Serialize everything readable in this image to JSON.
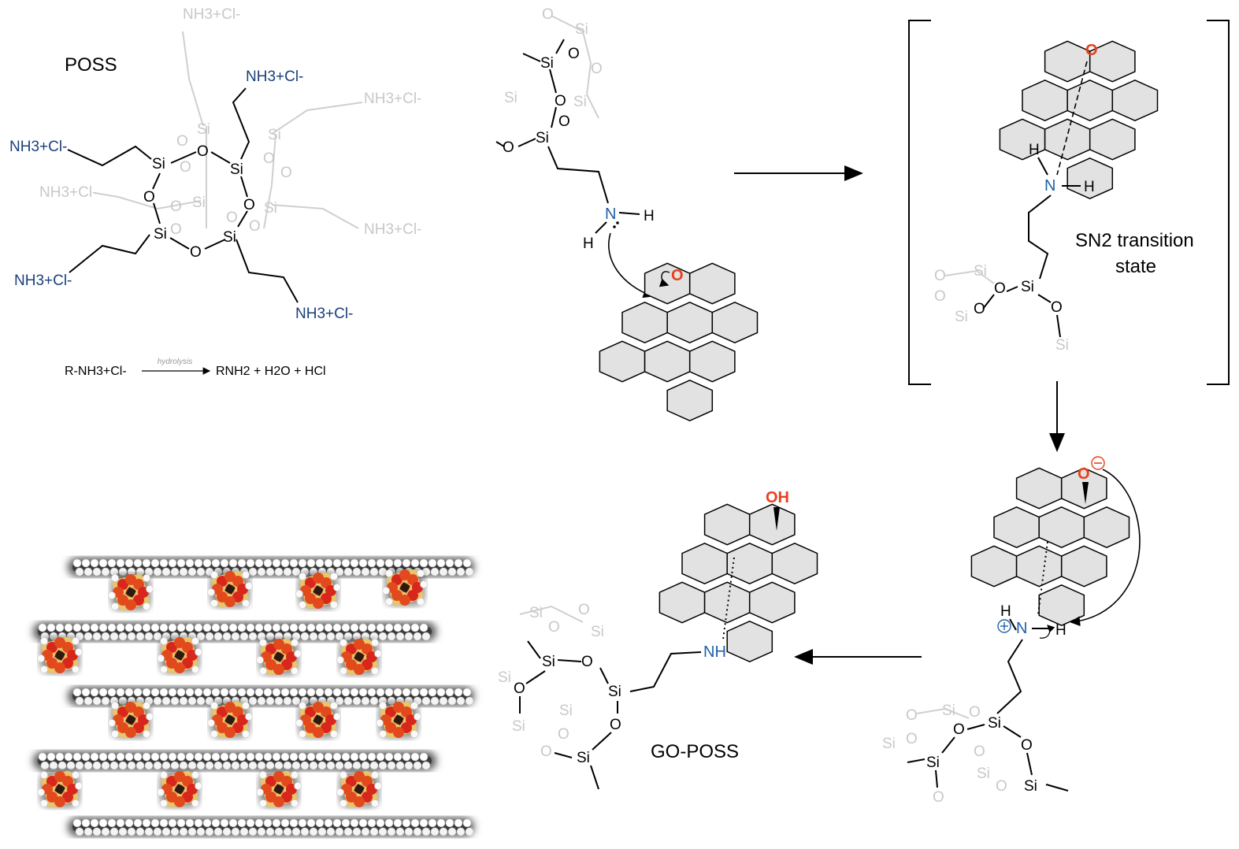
{
  "poss": {
    "title": "POSS",
    "ammonium": "NH3+Cl-",
    "si": "Si",
    "o": "O",
    "hydrolysis_reactant": "R-NH3+Cl-",
    "hydrolysis_label": "hydrolysis",
    "hydrolysis_product": "RNH2 + H2O + HCl"
  },
  "mechanism": {
    "transition_label_line1": "SN2 transition",
    "transition_label_line2": "state",
    "n": "N",
    "h": "H",
    "nh": "NH",
    "oh": "OH",
    "epoxide_o": "O",
    "product_label": "GO-POSS"
  },
  "colors": {
    "nitrogen": "#2060a8",
    "oxygen_red": "#e8401c",
    "graphene_fill": "#e2e2e2",
    "faded": "#c8c8c8"
  },
  "icons": [
    "graphene-sheet-icon",
    "poss-cage-icon",
    "layered-go-poss-structure-icon"
  ]
}
